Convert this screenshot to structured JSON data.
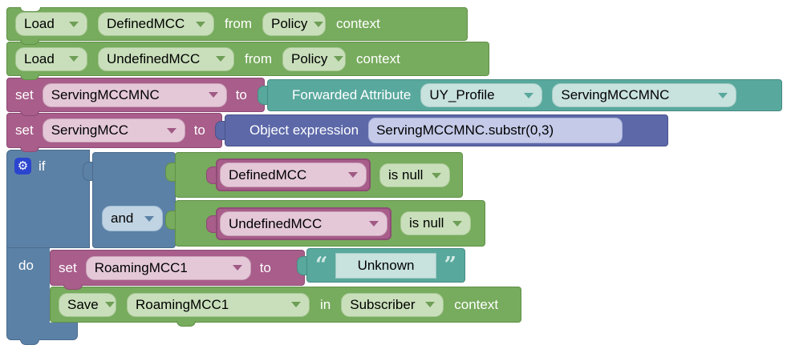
{
  "colors": {
    "green": "#77ab5d",
    "pink": "#a85d8a",
    "teal": "#58a89d",
    "purple": "#5c68a8",
    "blue": "#5c81a6",
    "gear_blue": "#2b45cf"
  },
  "icons": {
    "gear": "⚙",
    "quote_open": "“",
    "quote_close": "”"
  },
  "blocks": {
    "load_defined": {
      "action": "Load",
      "variable": "DefinedMCC",
      "from_label": "from",
      "context_name": "Policy",
      "context_label": "context"
    },
    "load_undefined": {
      "action": "Load",
      "variable": "UndefinedMCC",
      "from_label": "from",
      "context_name": "Policy",
      "context_label": "context"
    },
    "set_servingmccmnc": {
      "set_label": "set",
      "variable": "ServingMCCMNC",
      "to_label": "to"
    },
    "forwarded_attribute": {
      "label": "Forwarded Attribute",
      "profile": "UY_Profile",
      "attribute": "ServingMCCMNC"
    },
    "set_servingmcc": {
      "set_label": "set",
      "variable": "ServingMCC",
      "to_label": "to"
    },
    "object_expression": {
      "label": "Object expression",
      "expression": "ServingMCCMNC.substr(0,3)"
    },
    "if_block": {
      "if_label": "if",
      "do_label": "do",
      "operator": "and"
    },
    "condition_defined": {
      "variable": "DefinedMCC",
      "operator": "is null"
    },
    "condition_undefined": {
      "variable": "UndefinedMCC",
      "operator": "is null"
    },
    "set_roamingmcc1": {
      "set_label": "set",
      "variable": "RoamingMCC1",
      "to_label": "to"
    },
    "string_value": {
      "text": "Unknown"
    },
    "save_block": {
      "action": "Save",
      "variable": "RoamingMCC1",
      "in_label": "in",
      "context_name": "Subscriber",
      "context_label": "context"
    }
  }
}
